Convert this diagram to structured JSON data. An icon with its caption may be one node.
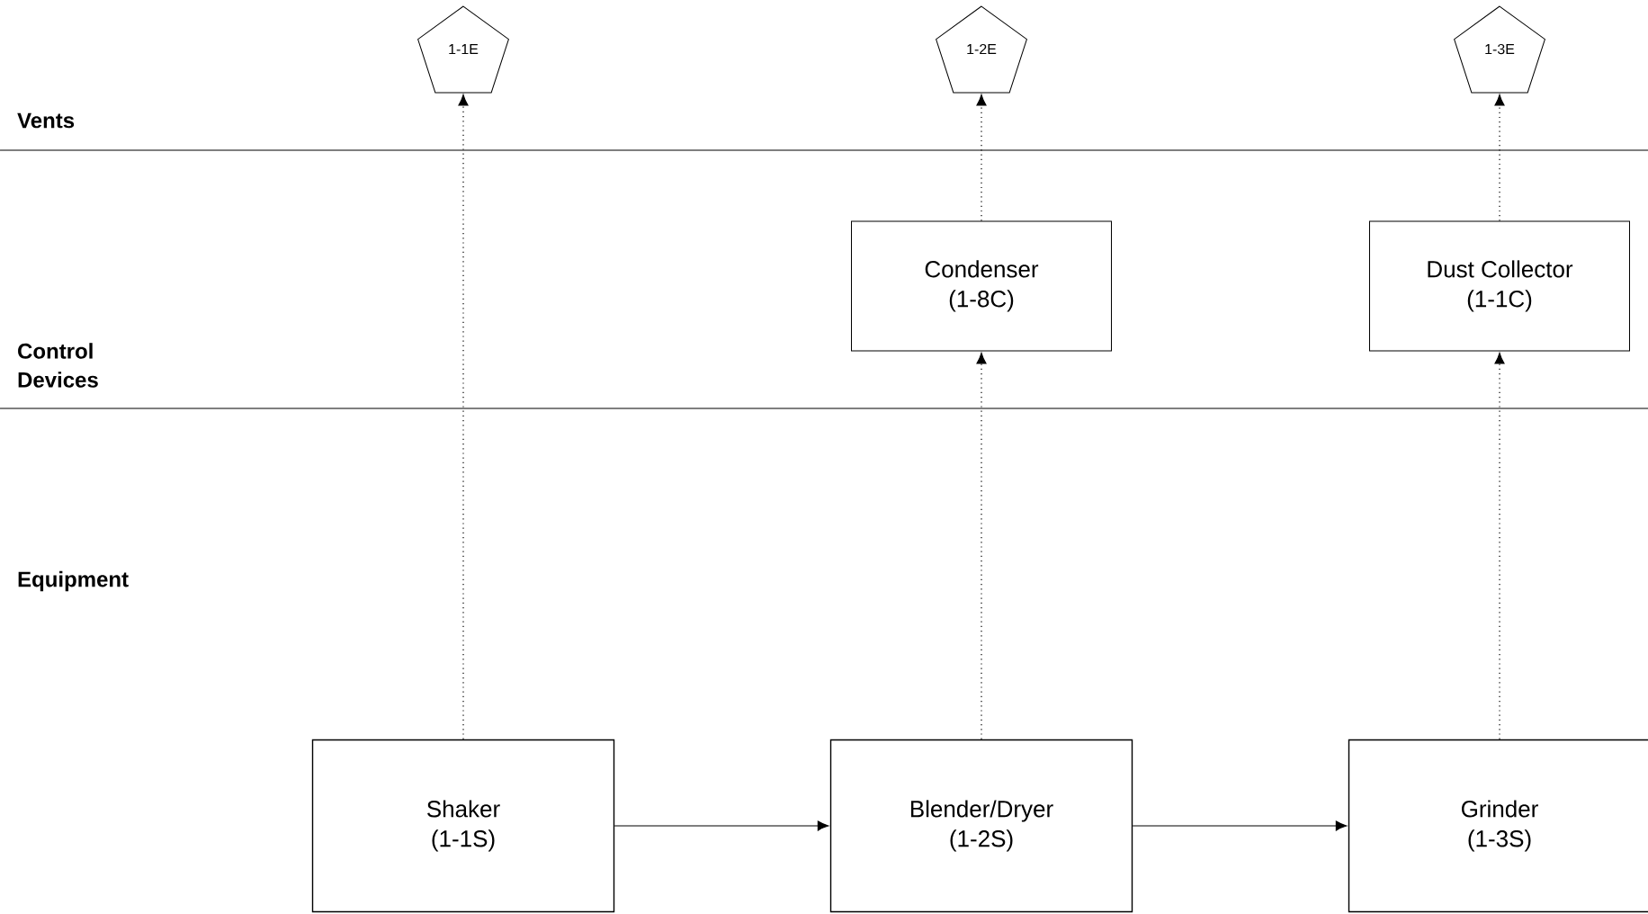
{
  "diagram": {
    "nodes": [
      {
        "text": [
          "1-1E"
        ]
      },
      {
        "text": [
          "1-2E"
        ]
      },
      {
        "text": [
          "1-3E"
        ]
      },
      {
        "text": [
          "Condenser",
          "(1-8C)"
        ]
      },
      {
        "text": [
          "Dust Collector",
          "(1-1C)"
        ]
      },
      {
        "text": [
          "Shaker",
          "(1-1S)"
        ]
      },
      {
        "text": [
          "Blender/Dryer",
          "(1-2S)"
        ]
      },
      {
        "text": [
          "Grinder",
          "(1-3S)"
        ]
      }
    ],
    "edges": [
      {
        "from": 5,
        "to": 0,
        "arrow": "to",
        "style": "dashed"
      },
      {
        "from": 6,
        "to": 3,
        "arrow": "to",
        "style": "dashed"
      },
      {
        "from": 3,
        "to": 1,
        "arrow": "to",
        "style": "dashed"
      },
      {
        "from": 7,
        "to": 4,
        "arrow": "to",
        "style": "dashed"
      },
      {
        "from": 4,
        "to": 2,
        "arrow": "to",
        "style": "dashed"
      },
      {
        "from": 5,
        "to": 6,
        "arrow": "to"
      },
      {
        "from": 6,
        "to": 7,
        "arrow": "to"
      }
    ],
    "labels": [
      "Vents",
      "Control Devices",
      "Equipment"
    ]
  }
}
